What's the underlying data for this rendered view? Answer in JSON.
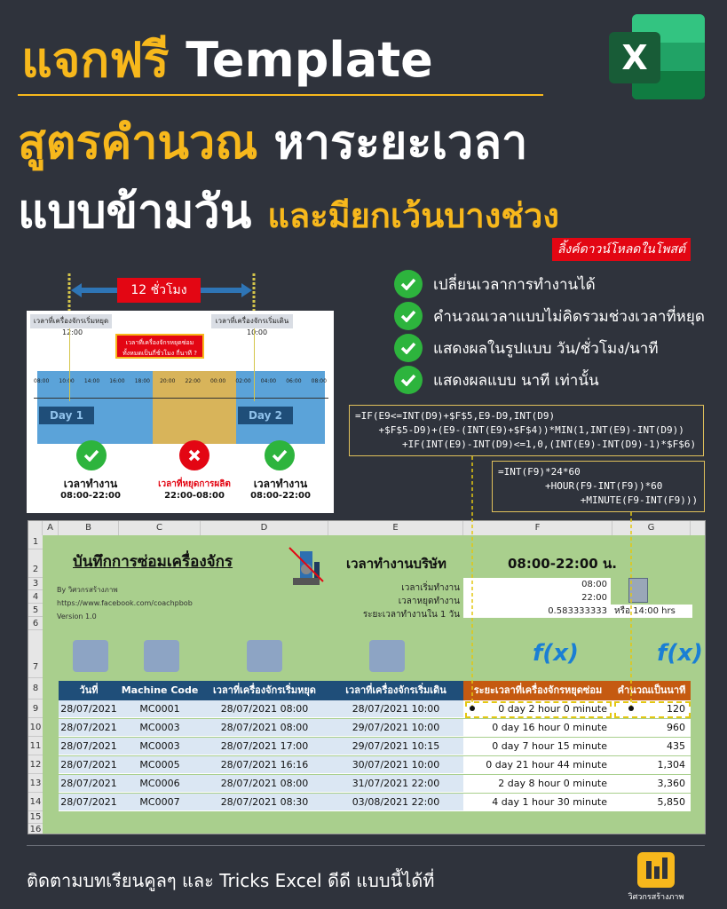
{
  "title": {
    "line1_y": "แจกฟรี",
    "line1_w": "Template",
    "line2_y": "สูตรคำนวณ",
    "line2_w": "หาระยะเวลา",
    "line3_w": "แบบข้ามวัน",
    "line3_y": "และมียกเว้นบางช่วง"
  },
  "excel_icon": {
    "letter": "X",
    "name": "excel-icon"
  },
  "download_label": "ลิ้งค์ดาวน์โหลดในโพสต์",
  "features": [
    "เปลี่ยนเวลาการทำงานได้",
    "คำนวณเวลาแบบไม่คิดรวมช่วงเวลาที่หยุด",
    "แสดงผลในรูปแบบ วัน/ชั่วโมง/นาที",
    "แสดงผลแบบ นาที เท่านั้น"
  ],
  "timeline": {
    "hours_label": "12 ชั่วโมง",
    "stop_label": "เวลาที่เครื่องจักรเริ่มหยุด",
    "start_label": "เวลาที่เครื่องจักรเริ่มเดิน",
    "stop_time": "12:00",
    "start_time": "10:00",
    "question": "เวลาที่เครื่องจักรหยุดซ่อม\nทั้งหมดเป็นกี่ชั่วโมง กี่นาที ?",
    "ticks": [
      "08:00",
      "10:00",
      "14:00",
      "16:00",
      "18:00",
      "20:00",
      "22:00",
      "00:00",
      "02:00",
      "04:00",
      "06:00",
      "08:00"
    ],
    "day1": "Day 1",
    "day2": "Day 2",
    "work1": "เวลาทำงาน",
    "work1_time": "08:00-22:00",
    "stop": "เวลาที่หยุดการผลิต",
    "stop_time_range": "22:00-08:00",
    "work2": "เวลาทำงาน",
    "work2_time": "08:00-22:00"
  },
  "formula1": "=IF(E9<=INT(D9)+$F$5,E9-D9,INT(D9)\n    +$F$5-D9)+(E9-(INT(E9)+$F$4))*MIN(1,INT(E9)-INT(D9))\n        +IF(INT(E9)-INT(D9)<=1,0,(INT(E9)-INT(D9)-1)*$F$6)",
  "formula2": "=INT(F9)*24*60\n        +HOUR(F9-INT(F9))*60\n              +MINUTE(F9-INT(F9)))",
  "sheet": {
    "columns": [
      "A",
      "B",
      "C",
      "D",
      "E",
      "F",
      "G"
    ],
    "rows": [
      "1",
      "2",
      "3",
      "4",
      "5",
      "6",
      "7",
      "8",
      "9",
      "10",
      "11",
      "12",
      "13",
      "14",
      "15",
      "16"
    ],
    "title": "บันทึกการซ่อมเครื่องจักร",
    "company_hours_label": "เวลาทำงานบริษัท",
    "company_hours": "08:00-22:00 น.",
    "by": "By วิศวกรสร้างภาพ",
    "url": "https://www.facebook.com/coachpbob",
    "version": "Version 1.0",
    "start_label": "เวลาเริ่มทำงาน",
    "start_value": "08:00",
    "end_label": "เวลาหยุดทำงาน",
    "end_value": "22:00",
    "duration_label": "ระยะเวลาทำงานใน 1 วัน",
    "duration_value": "0.583333333",
    "duration_alt": "หรือ 14:00 hrs",
    "fx": "f(x)",
    "headers": [
      "วันที่",
      "Machine Code",
      "เวลาที่เครื่องจักรเริ่มหยุด",
      "เวลาที่เครื่องจักรเริ่มเดิน",
      "ระยะเวลาที่เครื่องจักรหยุดซ่อม",
      "คำนวณเป็นนาที"
    ],
    "data": [
      [
        "28/07/2021",
        "MC0001",
        "28/07/2021 08:00",
        "28/07/2021 10:00",
        "0 day 2 hour 0 minute",
        "120"
      ],
      [
        "28/07/2021",
        "MC0003",
        "28/07/2021 08:00",
        "29/07/2021 10:00",
        "0 day 16 hour 0 minute",
        "960"
      ],
      [
        "28/07/2021",
        "MC0003",
        "28/07/2021 17:00",
        "29/07/2021 10:15",
        "0 day 7 hour 15 minute",
        "435"
      ],
      [
        "28/07/2021",
        "MC0005",
        "28/07/2021 16:16",
        "30/07/2021 10:00",
        "0 day 21 hour 44 minute",
        "1,304"
      ],
      [
        "28/07/2021",
        "MC0006",
        "28/07/2021 08:00",
        "31/07/2021 22:00",
        "2 day 8 hour 0 minute",
        "3,360"
      ],
      [
        "28/07/2021",
        "MC0007",
        "28/07/2021 08:30",
        "03/08/2021 22:00",
        "4 day 1 hour 30 minute",
        "5,850"
      ]
    ]
  },
  "footer": "ติดตามบทเรียนคูลๆ และ Tricks Excel ดีดี แบบนี้ได้ที่",
  "logo_label": "วิศวกรสร้างภาพ",
  "colors": {
    "accent": "#f7b81c",
    "bg": "#2f333c",
    "red": "#e30613",
    "green": "#2db43d",
    "header_blue": "#1f4e79",
    "header_orange": "#c55a11"
  }
}
